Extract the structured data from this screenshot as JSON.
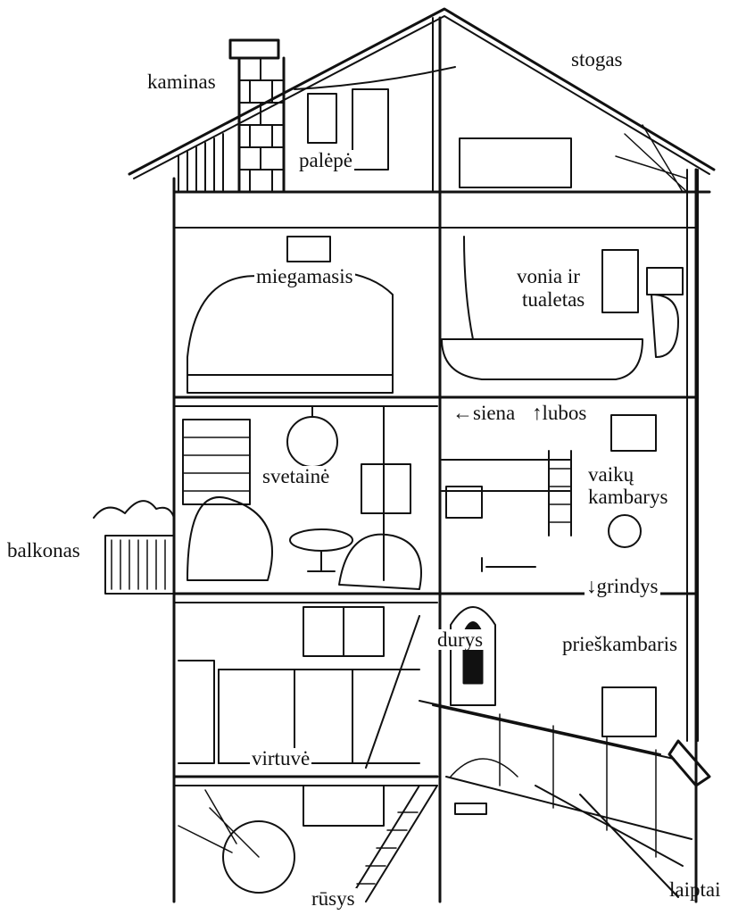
{
  "labels": {
    "kaminas": "kaminas",
    "stogas": "stogas",
    "palepe": "palėpė",
    "miegamasis": "miegamasis",
    "vonia_ir": "vonia ir",
    "tualetas": "tualetas",
    "siena": "←siena",
    "lubos": "↑lubos",
    "svetaine": "svetainė",
    "vaiku": "vaikų",
    "kambarys": "kambarys",
    "balkonas": "balkonas",
    "grindys": "↓grindys",
    "durys": "durys",
    "prieskambaris": "prieškambaris",
    "virtuve": "virtuvė",
    "rusys": "rūsys",
    "laiptai": "laiptai"
  },
  "colors": {
    "ink": "#111111",
    "paper": "#ffffff"
  }
}
